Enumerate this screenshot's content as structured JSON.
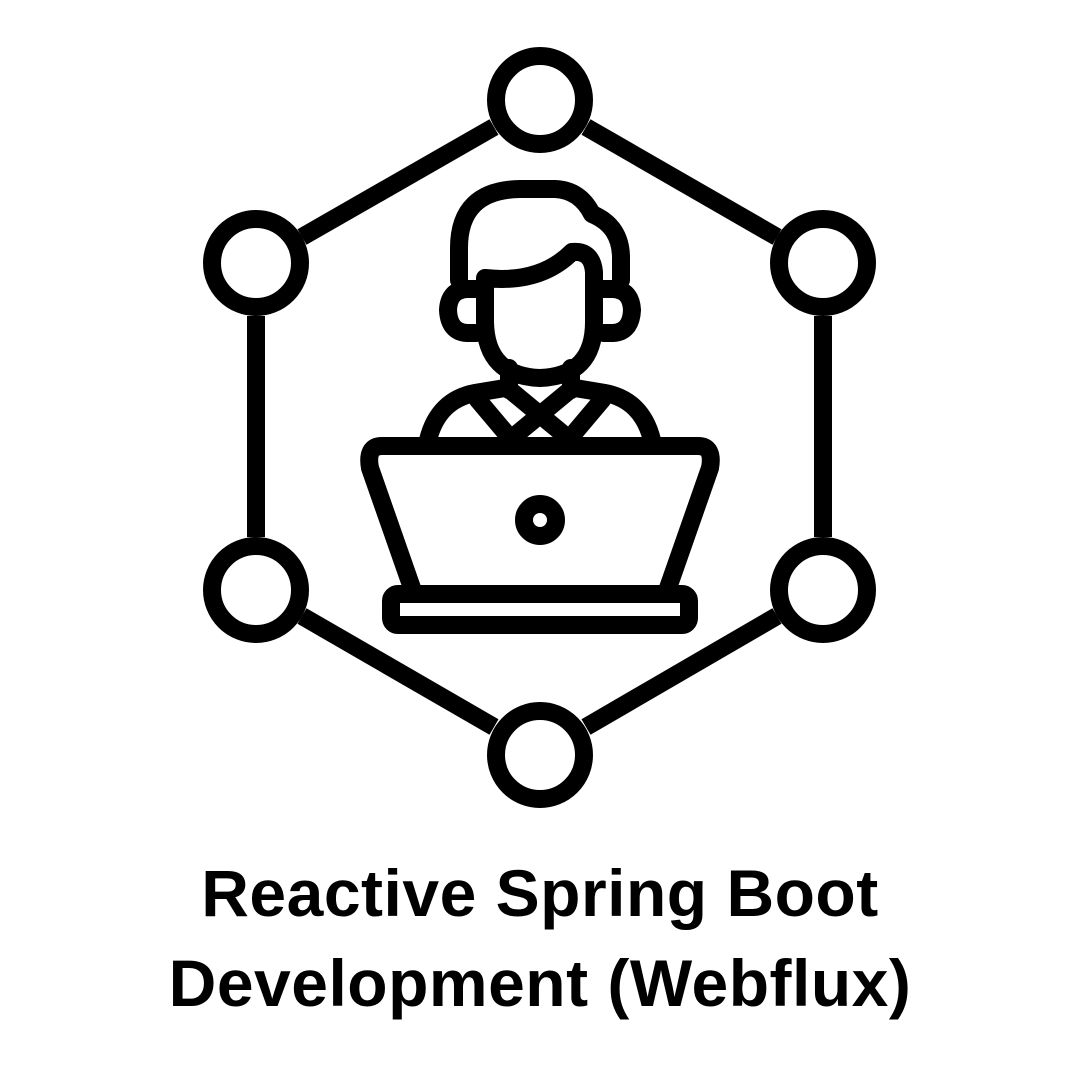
{
  "title": {
    "line1": "Reactive Spring Boot",
    "line2": "Development (Webflux)"
  },
  "graphic": {
    "description": "Person with headset at laptop inside hexagonal network of nodes",
    "stroke_color": "#000000",
    "background_color": "#ffffff",
    "node_count": 6
  }
}
